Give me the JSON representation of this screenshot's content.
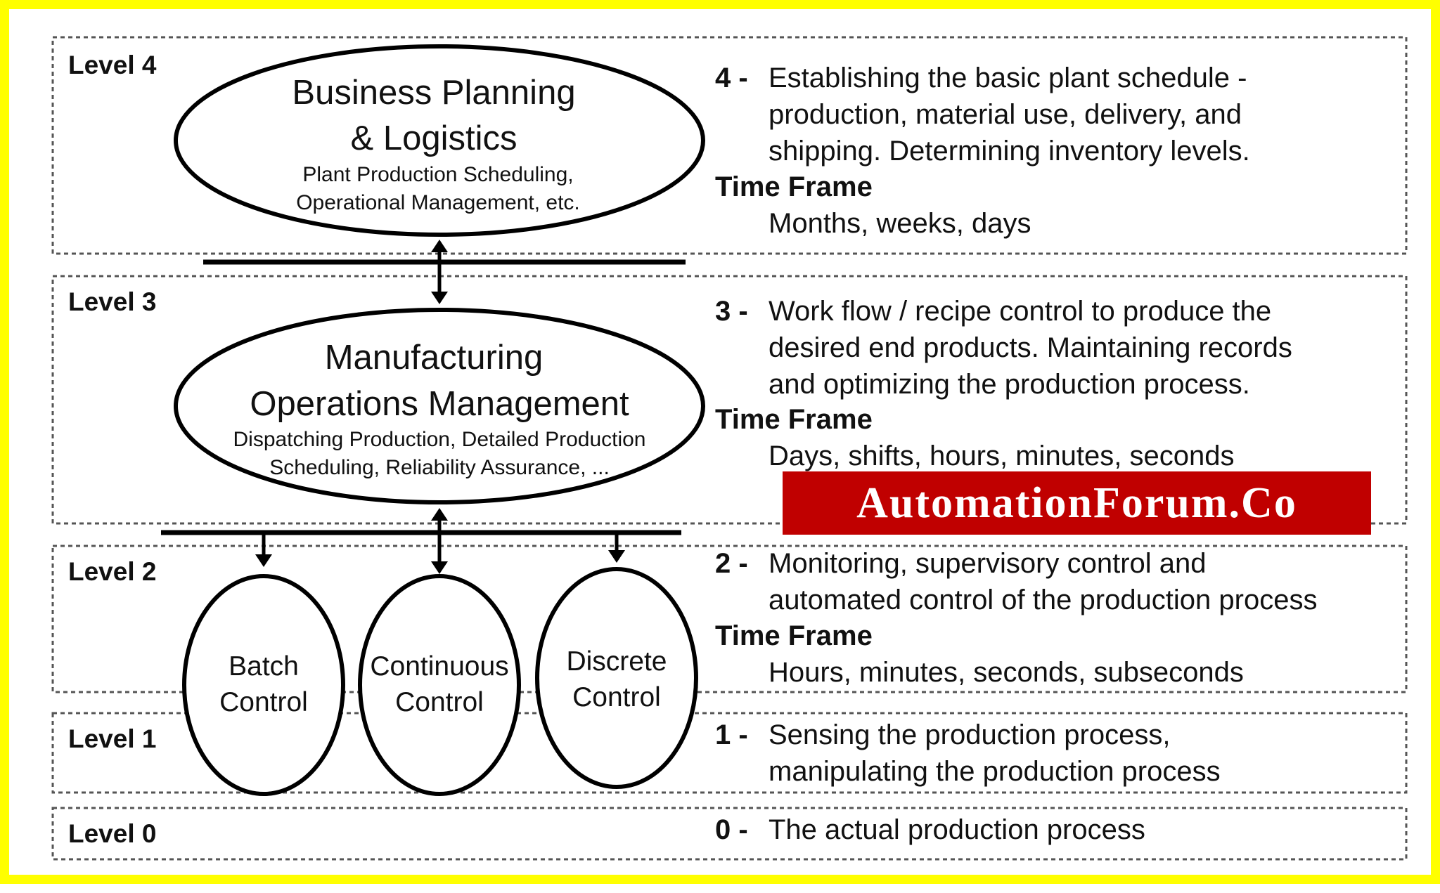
{
  "levels": [
    {
      "label": "Level 4",
      "number": "4 -",
      "desc": [
        "Establishing the basic plant schedule -",
        "production, material use, delivery, and",
        "shipping. Determining inventory levels."
      ],
      "timeframe_label": "Time Frame",
      "timeframe": "Months, weeks, days"
    },
    {
      "label": "Level 3",
      "number": "3 -",
      "desc": [
        "Work flow / recipe control to produce the",
        "desired end products. Maintaining records",
        "and optimizing the production process."
      ],
      "timeframe_label": "Time Frame",
      "timeframe": "Days, shifts, hours, minutes, seconds"
    },
    {
      "label": "Level 2",
      "number": "2 -",
      "desc": [
        "Monitoring, supervisory control and",
        "automated control of the production process"
      ],
      "timeframe_label": "Time Frame",
      "timeframe": "Hours, minutes, seconds, subseconds"
    },
    {
      "label": "Level 1",
      "number": "1 -",
      "desc": [
        "Sensing the production process,",
        "manipulating the production process"
      ]
    },
    {
      "label": "Level 0",
      "number": "0 -",
      "desc": [
        "The actual production process"
      ]
    }
  ],
  "nodes": {
    "business": {
      "title": [
        "Business Planning",
        "& Logistics"
      ],
      "sub": [
        "Plant Production Scheduling,",
        "Operational Management, etc."
      ]
    },
    "mom": {
      "title": [
        "Manufacturing",
        "Operations Management"
      ],
      "sub": [
        "Dispatching Production, Detailed Production",
        "Scheduling, Reliability Assurance, ..."
      ]
    },
    "batch": {
      "title": [
        "Batch",
        "Control"
      ]
    },
    "continuous": {
      "title": [
        "Continuous",
        "Control"
      ]
    },
    "discrete": {
      "title": [
        "Discrete",
        "Control"
      ]
    }
  },
  "watermark": "AutomationForum.Co",
  "colors": {
    "frame": "#ffff00",
    "watermark_bg": "#c00000",
    "watermark_text": "#ffffff"
  }
}
